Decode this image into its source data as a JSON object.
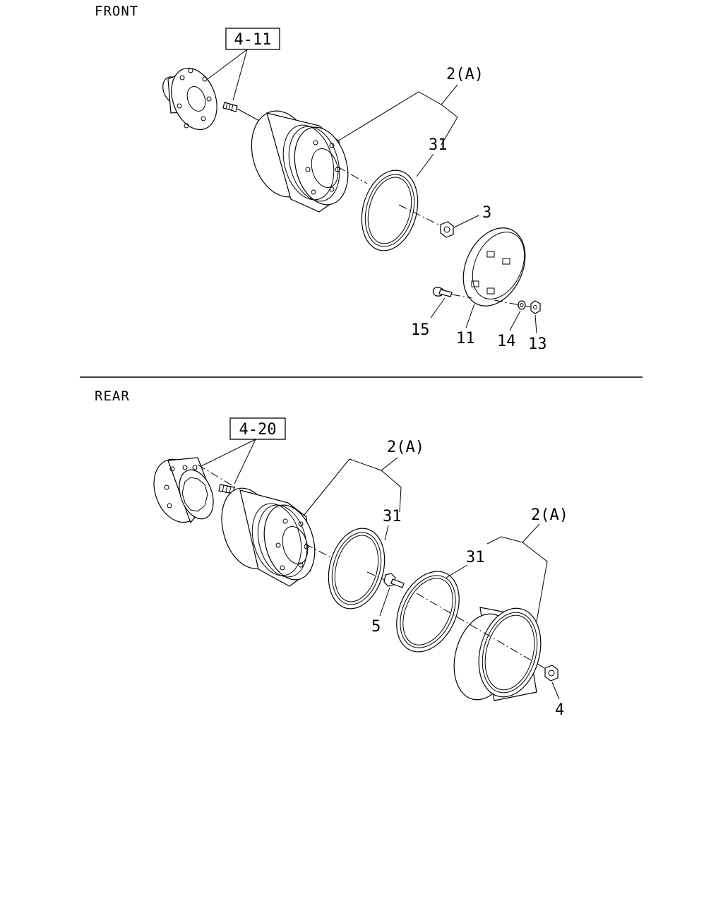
{
  "sections": {
    "front": {
      "title": "FRONT",
      "ref": "4-11"
    },
    "rear": {
      "title": "REAR",
      "ref": "4-20"
    }
  },
  "front_labels": {
    "wheel_assembly": "2(A)",
    "rim_ring": "31",
    "nut": "3",
    "cover": "11",
    "washer": "14",
    "small_nut": "13",
    "clip_bolt": "15"
  },
  "rear_labels": {
    "inner_wheel": "2(A)",
    "inner_ring": "31",
    "outer_ring": "31",
    "outer_wheel": "2(A)",
    "bolt": "5",
    "nut": "4"
  }
}
